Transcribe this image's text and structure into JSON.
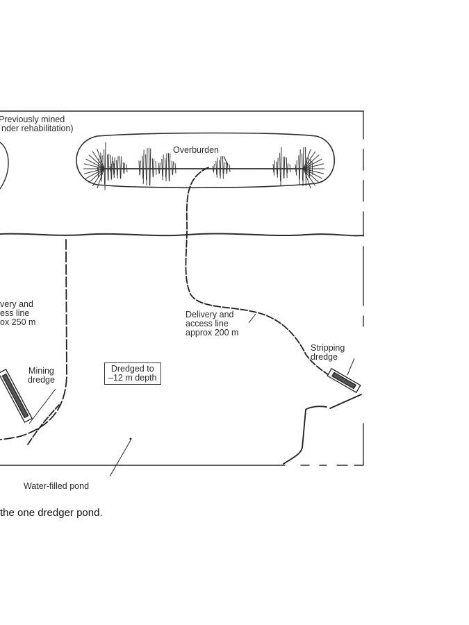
{
  "labels": {
    "previously_mined": [
      "Previously mined",
      "nder rehabilitation)"
    ],
    "overburden": "Overburden",
    "delivery_left": [
      "very and",
      "ess line",
      "ox 250 m"
    ],
    "delivery_right": [
      "Delivery and",
      "access line",
      "approx 200 m"
    ],
    "mining_dredge": [
      "Mining",
      "dredge"
    ],
    "dredged_to": [
      "Dredged to",
      "–12 m depth"
    ],
    "stripping_dredge": [
      "Stripping",
      "dredge"
    ],
    "water_filled_pond": "Water-filled pond"
  },
  "caption": "the one dredger pond."
}
